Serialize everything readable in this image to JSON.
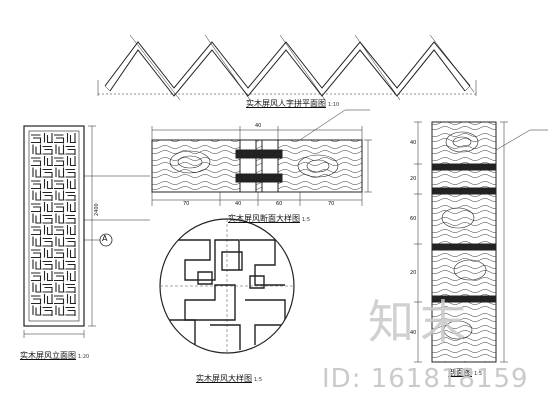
{
  "drawing": {
    "zigzag_caption": "实木屏风人字拼平面图",
    "zigzag_scale": "1:10",
    "section_caption": "实木屏风断面大样图",
    "section_scale": "1:5",
    "panel_caption": "实木屏风立面图",
    "panel_scale": "1:20",
    "circle_caption": "实木屏风大样图",
    "circle_scale": "1:5",
    "side_caption": "剖面图",
    "side_scale": "1:5",
    "callout_letter": "A",
    "panel_height_dim": "2400",
    "dims_section": [
      "70",
      "40",
      "60",
      "40",
      "70"
    ],
    "dims_side": [
      "40",
      "20",
      "60",
      "20",
      "40"
    ]
  },
  "watermark": {
    "logo_text": "知末",
    "id_text": "ID: 161818159"
  }
}
